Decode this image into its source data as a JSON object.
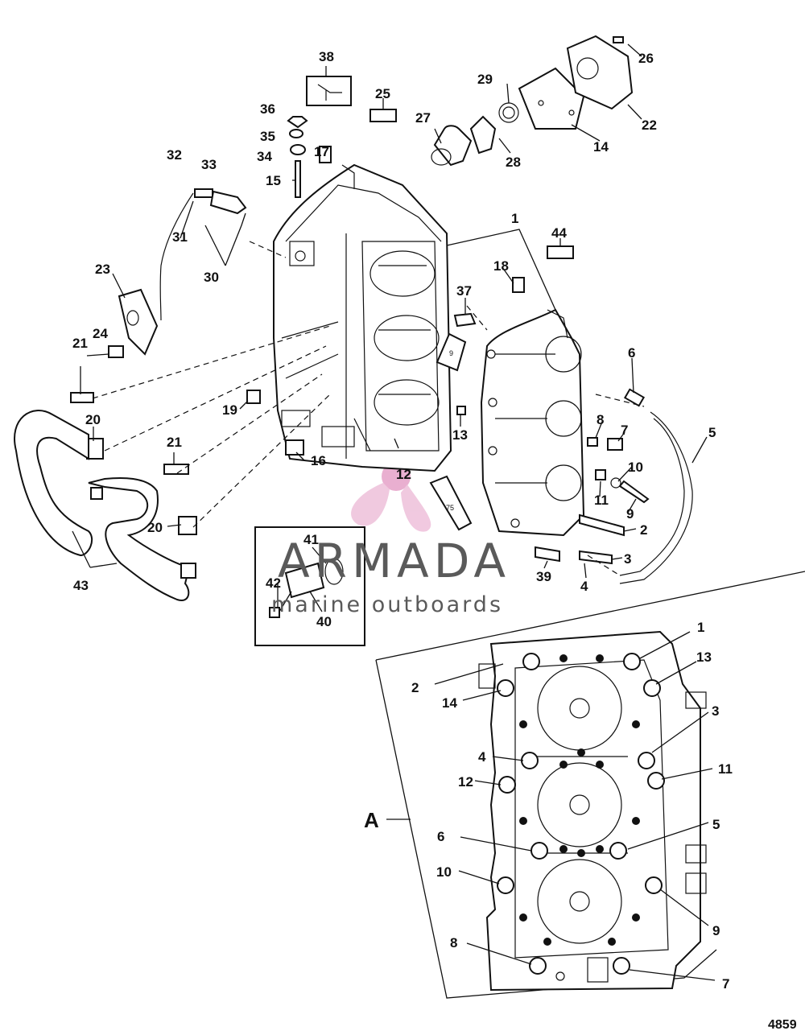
{
  "figure_number": "4859",
  "section_label": "A",
  "watermark": {
    "brand": "ARMADA",
    "tagline": "marine outboards",
    "brand_color": "#e6a2c8",
    "text_color": "#5a5a5a"
  },
  "sealant_tubes": [
    "9",
    "75"
  ],
  "callouts_exploded": [
    "38",
    "25",
    "36",
    "35",
    "34",
    "17",
    "15",
    "32",
    "33",
    "31",
    "30",
    "23",
    "24",
    "21",
    "20",
    "21",
    "20",
    "43",
    "19",
    "16",
    "12",
    "13",
    "37",
    "9",
    "18",
    "1",
    "44",
    "27",
    "29",
    "28",
    "14",
    "22",
    "26",
    "6",
    "8",
    "7",
    "10",
    "11",
    "9",
    "2",
    "3",
    "4",
    "39",
    "5",
    "41",
    "42",
    "40"
  ],
  "callouts_torque_sequence": [
    "1",
    "13",
    "2",
    "14",
    "3",
    "4",
    "11",
    "12",
    "5",
    "6",
    "10",
    "9",
    "8",
    "7"
  ]
}
